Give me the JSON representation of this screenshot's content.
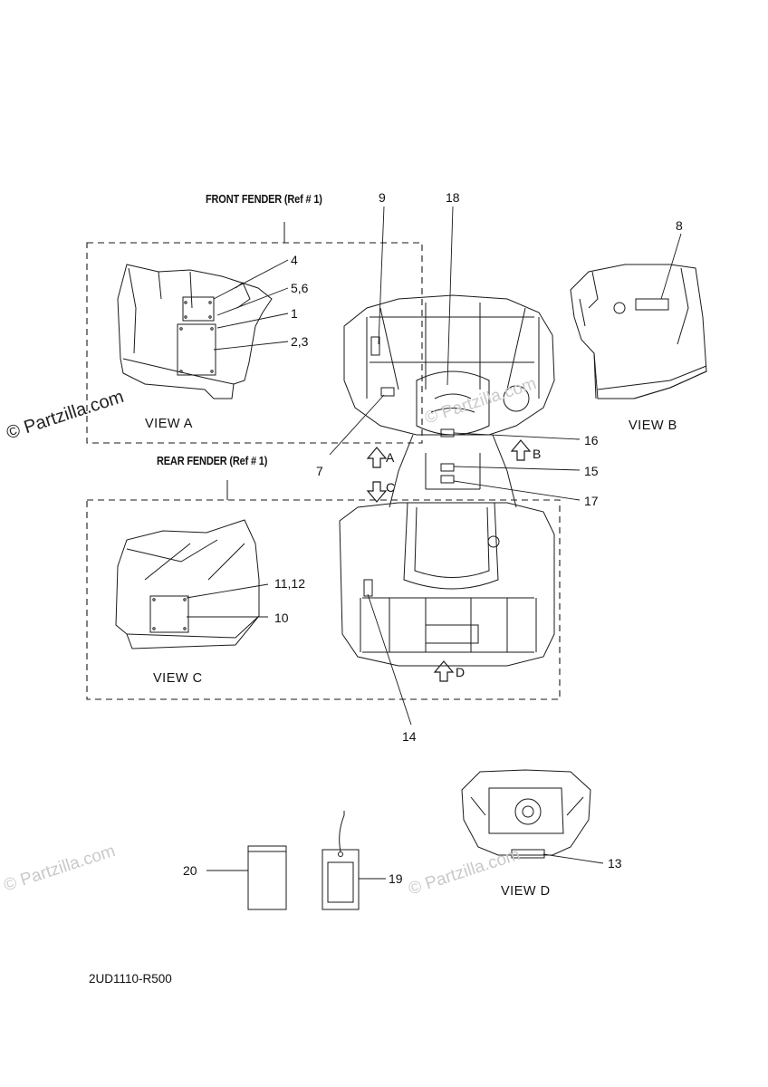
{
  "headers": {
    "front_fender": "FRONT FENDER (Ref # 1)",
    "rear_fender": "REAR FENDER (Ref # 1)"
  },
  "views": {
    "a": "VIEW A",
    "b": "VIEW B",
    "c": "VIEW C",
    "d": "VIEW D"
  },
  "arrows": {
    "a": "A",
    "b": "B",
    "c": "C",
    "d": "D"
  },
  "callouts": {
    "c1": "1",
    "c23": "2,3",
    "c4": "4",
    "c56": "5,6",
    "c7": "7",
    "c8": "8",
    "c9": "9",
    "c10": "10",
    "c1112": "11,12",
    "c13": "13",
    "c14": "14",
    "c15": "15",
    "c16": "16",
    "c17": "17",
    "c18": "18",
    "c19": "19",
    "c20": "20"
  },
  "watermark": "© Partzilla.com",
  "diagram_code": "2UD1110-R500",
  "colors": {
    "line": "#1a1a1a",
    "watermark": "#c9c9c9"
  }
}
